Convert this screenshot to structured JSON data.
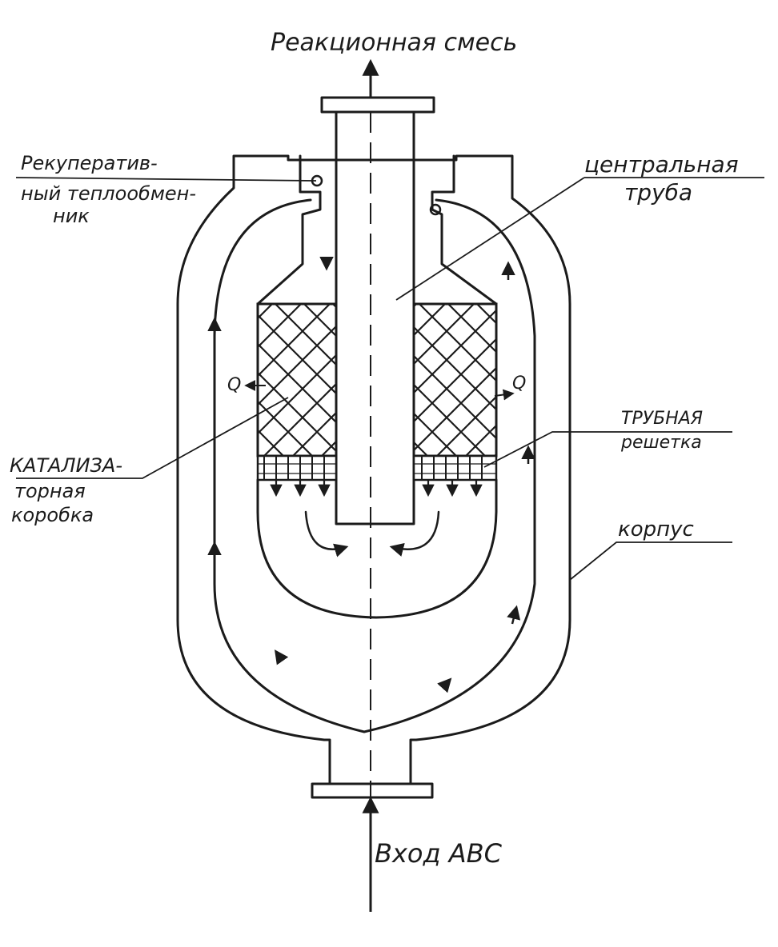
{
  "labels": {
    "top_output": "Реакционная смесь",
    "bottom_input": "Вход АВС",
    "recuperative_line1": "Рекуператив-",
    "recuperative_line2": "ный теплообмен-",
    "recuperative_line3": "ник",
    "central_line1": "центральная",
    "central_line2": "труба",
    "catalyst_line1": "КАТАЛИЗА-",
    "catalyst_line2": "торная",
    "catalyst_line3": "коробка",
    "tube_sheet_line1": "ТРУБНАЯ",
    "tube_sheet_line2": "решетка",
    "body": "корпус",
    "heat_left": "Q",
    "heat_right": "Q"
  },
  "colors": {
    "ink": "#1b1b1b",
    "paper": "#ffffff"
  }
}
